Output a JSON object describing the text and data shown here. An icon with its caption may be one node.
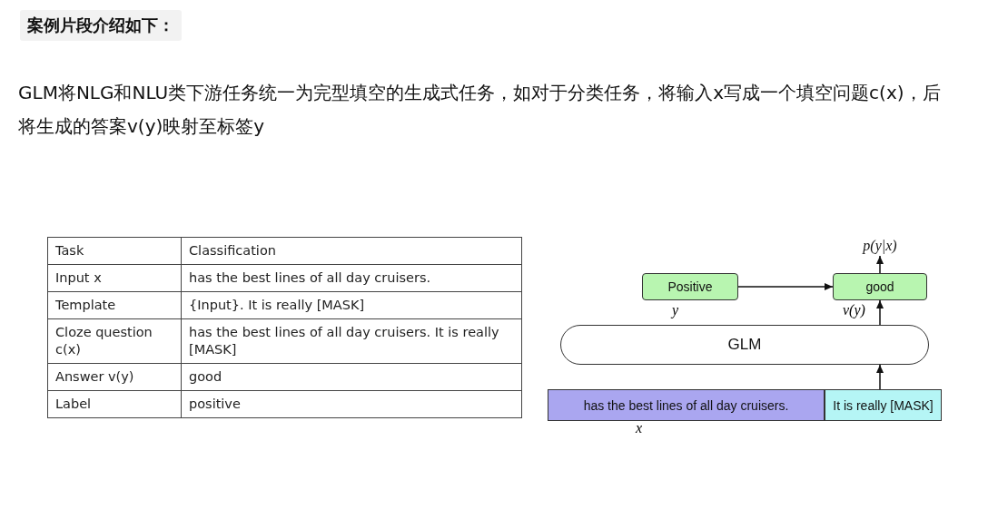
{
  "diagram": {
    "title": "案例片段介绍如下：",
    "nodes": [
      {
        "text": [
          "Positive"
        ],
        "beside": [
          "y"
        ]
      },
      {
        "text": [
          "good"
        ],
        "beside": [
          "v(y)"
        ]
      },
      {
        "text": [
          "p(y|x)"
        ]
      },
      {
        "text": [
          "GLM"
        ]
      },
      {
        "text": [
          "has the best lines of all day cruisers."
        ],
        "beside": [
          "x"
        ]
      },
      {
        "text": [
          "It is really [MASK]"
        ]
      }
    ],
    "edges": [
      {
        "from": 0,
        "to": 1,
        "arrow": "to"
      },
      {
        "from": 1,
        "to": 2,
        "arrow": "to"
      },
      {
        "from": 3,
        "to": 1,
        "arrow": "to"
      },
      {
        "from": 5,
        "to": 3,
        "arrow": "to"
      }
    ],
    "labels": [
      "GLM将NLG和NLU类下游任务统一为完型填空的生成式任务，如对于分类任务，将输入x写成一个填空问题c(x)，后将生成的答案v(y)映射至标签y",
      "Task",
      "Classification",
      "Input x",
      "has the best lines of all day cruisers.",
      "Template",
      "{Input}. It is really [MASK]",
      "Cloze question c(x)",
      "has the best lines of all day cruisers. It is really [MASK]",
      "Answer v(y)",
      "good",
      "Label",
      "positive"
    ]
  }
}
